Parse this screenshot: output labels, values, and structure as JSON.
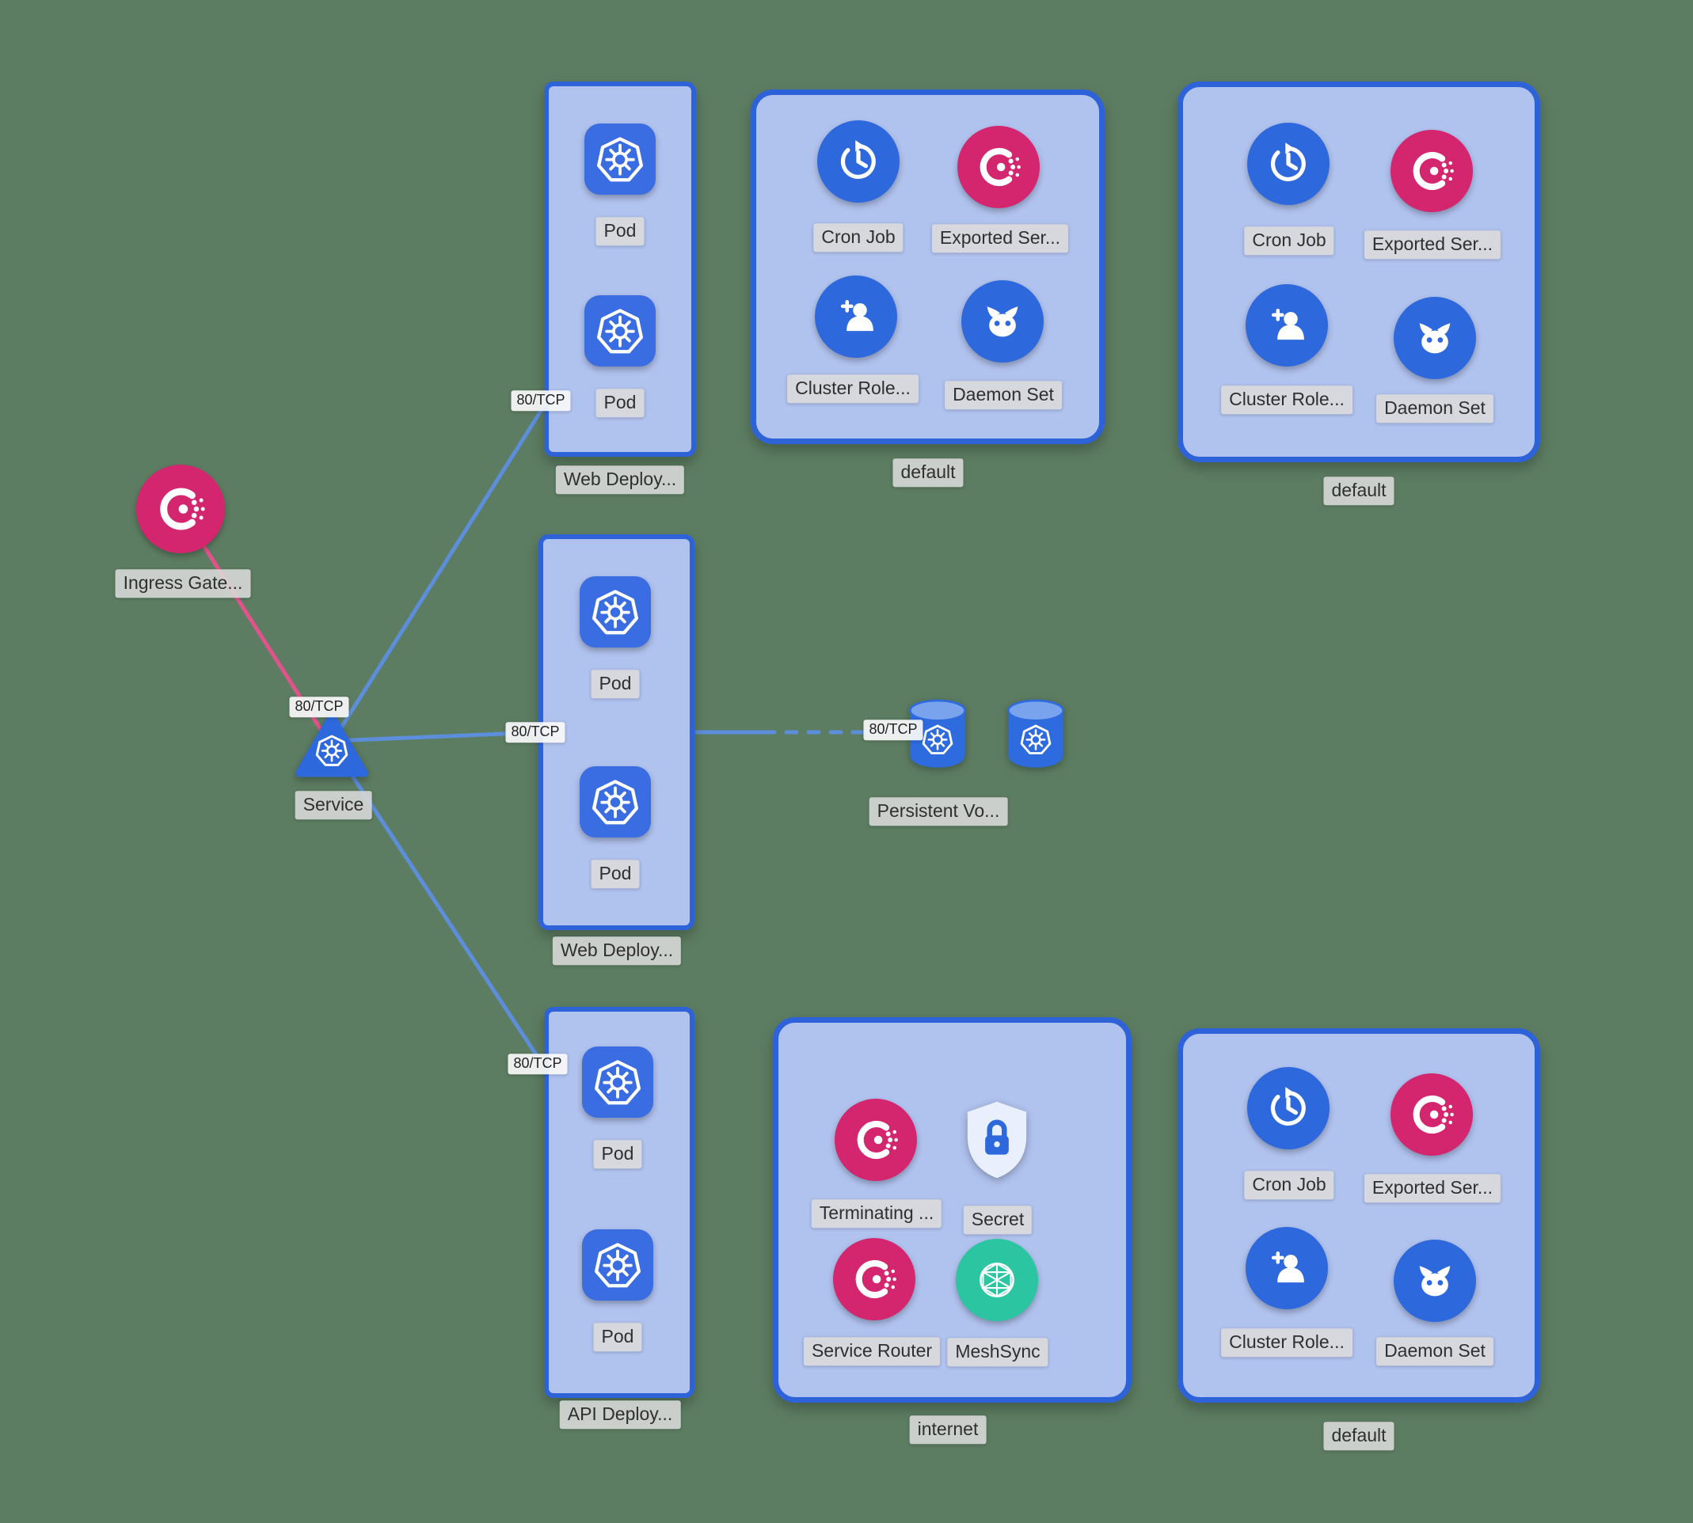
{
  "app": "kubernetes-topology-diagram",
  "colors": {
    "background": "#5d7d62",
    "group_fill": "#b3c4f3",
    "group_border": "#2e62d8",
    "node_blue": "#2d68dd",
    "node_pink": "#d4256f",
    "node_teal": "#2bc5a2",
    "edge_blue": "#5d8edb",
    "edge_pink": "#e2538c"
  },
  "nodes": {
    "ingress_gateway": {
      "label": "Ingress Gate...",
      "icon": "consul-icon"
    },
    "service": {
      "label": "Service",
      "icon": "kubernetes-icon"
    },
    "web_deployment_top": {
      "label": "Web Deploy...",
      "pods": [
        {
          "label": "Pod"
        },
        {
          "label": "Pod"
        }
      ]
    },
    "web_deployment_middle": {
      "label": "Web Deploy...",
      "pods": [
        {
          "label": "Pod"
        },
        {
          "label": "Pod"
        }
      ]
    },
    "api_deployment": {
      "label": "API Deploy...",
      "pods": [
        {
          "label": "Pod"
        },
        {
          "label": "Pod"
        }
      ]
    },
    "persistent_volume": {
      "label": "Persistent Vo...",
      "icon": "kubernetes-volume-icon"
    },
    "namespace_top_middle": {
      "label": "default",
      "items": [
        {
          "label": "Cron Job",
          "icon": "cron-job-icon"
        },
        {
          "label": "Exported Ser...",
          "icon": "exported-service-icon"
        },
        {
          "label": "Cluster Role...",
          "icon": "cluster-role-icon"
        },
        {
          "label": "Daemon Set",
          "icon": "daemon-set-icon"
        }
      ]
    },
    "namespace_top_right": {
      "label": "default",
      "items": [
        {
          "label": "Cron Job",
          "icon": "cron-job-icon"
        },
        {
          "label": "Exported Ser...",
          "icon": "exported-service-icon"
        },
        {
          "label": "Cluster Role...",
          "icon": "cluster-role-icon"
        },
        {
          "label": "Daemon Set",
          "icon": "daemon-set-icon"
        }
      ]
    },
    "internet_group": {
      "label": "internet",
      "items": [
        {
          "label": "Terminating ...",
          "icon": "terminating-icon"
        },
        {
          "label": "Secret",
          "icon": "secret-shield-icon"
        },
        {
          "label": "Service Router",
          "icon": "service-router-icon"
        },
        {
          "label": "MeshSync",
          "icon": "meshsync-icon"
        }
      ]
    },
    "namespace_bottom_right": {
      "label": "default",
      "items": [
        {
          "label": "Cron Job",
          "icon": "cron-job-icon"
        },
        {
          "label": "Exported Ser...",
          "icon": "exported-service-icon"
        },
        {
          "label": "Cluster Role...",
          "icon": "cluster-role-icon"
        },
        {
          "label": "Daemon Set",
          "icon": "daemon-set-icon"
        }
      ]
    }
  },
  "edges": {
    "ingress_to_service": {
      "label": "80/TCP"
    },
    "service_to_web_top": {
      "label": "80/TCP"
    },
    "service_to_web_middle": {
      "label": "80/TCP"
    },
    "service_to_api": {
      "label": "80/TCP"
    },
    "web_middle_to_volume": {
      "label": "80/TCP"
    }
  }
}
